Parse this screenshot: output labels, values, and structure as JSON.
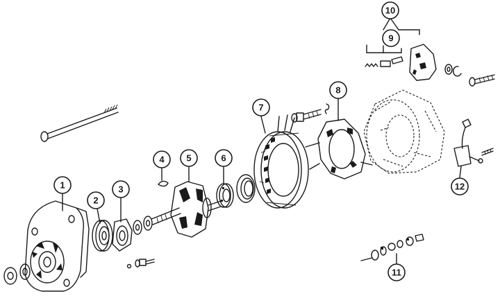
{
  "callouts": [
    {
      "label": "1"
    },
    {
      "label": "2"
    },
    {
      "label": "3"
    },
    {
      "label": "4"
    },
    {
      "label": "5"
    },
    {
      "label": "6"
    },
    {
      "label": "7"
    },
    {
      "label": "8"
    },
    {
      "label": "9"
    },
    {
      "label": "10"
    },
    {
      "label": "11"
    },
    {
      "label": "12"
    }
  ]
}
